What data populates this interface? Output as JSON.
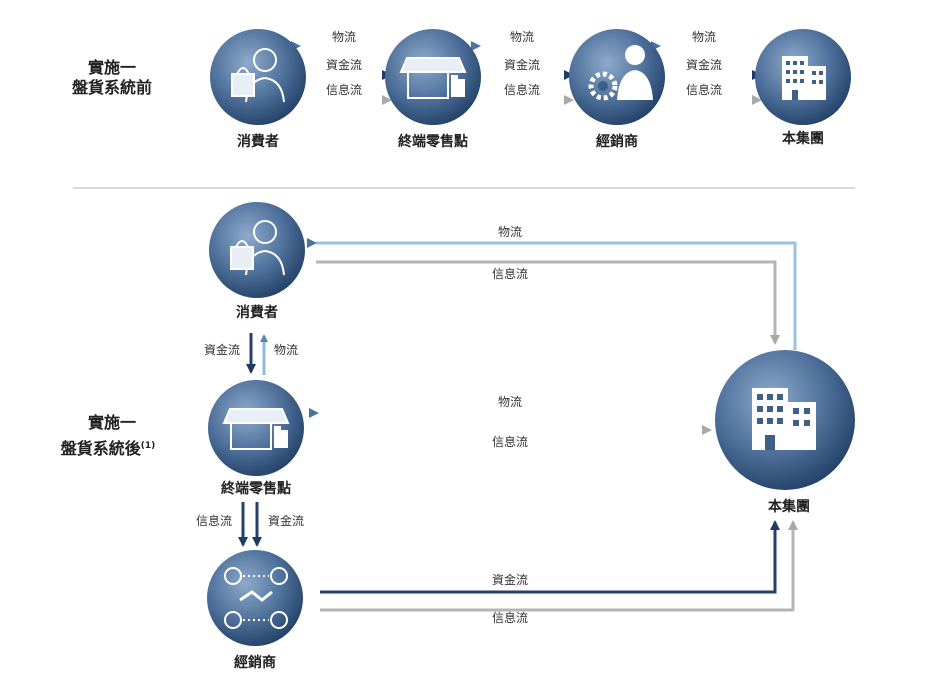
{
  "before": {
    "title_line1": "實施一",
    "title_line2": "盤貨系統前",
    "nodes": {
      "consumer": "消費者",
      "retail": "終端零售點",
      "distributor": "經銷商",
      "group": "本集團"
    },
    "flows": {
      "logistics": "物流",
      "funds": "資金流",
      "info": "信息流"
    }
  },
  "after": {
    "title_line1": "實施一",
    "title_line2": "盤貨系統後",
    "footnote": "(1)",
    "nodes": {
      "consumer": "消費者",
      "retail": "終端零售點",
      "distributor": "經銷商",
      "group": "本集團"
    },
    "flows": {
      "logistics": "物流",
      "funds": "資金流",
      "info": "信息流"
    }
  },
  "colors": {
    "logistics": "#8fb8dc",
    "funds": "#27406a",
    "info": "#bdbdbd",
    "circle_light": "#7d9cbf",
    "circle_dark": "#1f3f66",
    "divider": "#cfcfcf"
  }
}
